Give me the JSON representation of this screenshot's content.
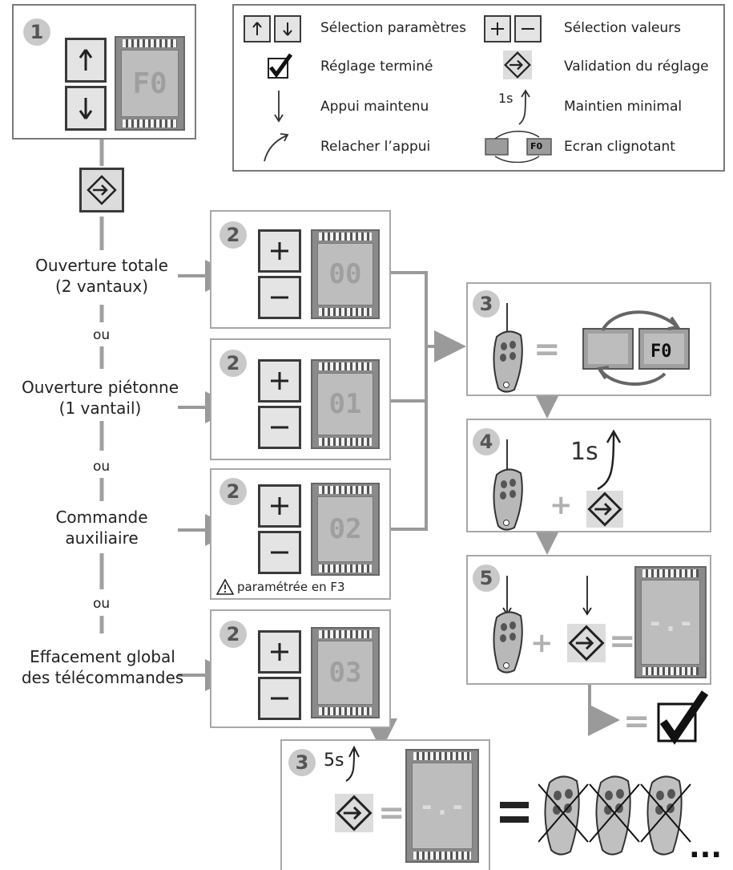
{
  "legend": {
    "selection_parametres": "Sélection paramètres",
    "selection_valeurs": "Sélection valeurs",
    "reglage_termine": "Réglage terminé",
    "validation_reglage": "Validation du réglage",
    "appui_maintenu": "Appui maintenu",
    "maintien_minimal": "Maintien minimal",
    "maintien_label": "1s",
    "relacher_appui": "Relacher l’appui",
    "ecran_clignotant": "Ecran clignotant",
    "ecran_code": "F0"
  },
  "step1": {
    "number": "1",
    "display": "F0"
  },
  "options": [
    {
      "label_line1": "Ouverture totale",
      "label_line2": "(2 vantaux)",
      "display": "00",
      "number": "2"
    },
    {
      "label_line1": "Ouverture piétonne",
      "label_line2": "(1 vantail)",
      "display": "01",
      "number": "2"
    },
    {
      "label_line1": "Commande",
      "label_line2": "auxiliaire",
      "display": "02",
      "number": "2",
      "note": "paramétrée en F3"
    },
    {
      "label_line1": "Effacement global",
      "label_line2": "des télécommandes",
      "display": "03",
      "number": "2"
    }
  ],
  "ou": "ou",
  "right_steps": {
    "step3": {
      "number": "3",
      "screen_code": "F0"
    },
    "step4": {
      "number": "4",
      "hold": "1s"
    },
    "step5": {
      "number": "5",
      "display": "-.-"
    }
  },
  "bottom_step": {
    "number": "3",
    "hold": "5s",
    "display": "-.-",
    "ellipsis": "..."
  }
}
